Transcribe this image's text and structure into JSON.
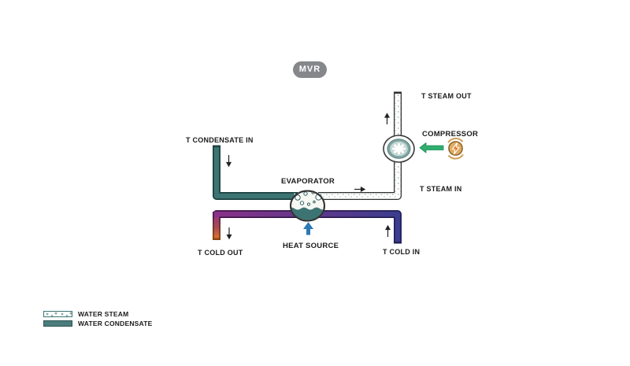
{
  "diagram": {
    "badge": "MVR",
    "labels": {
      "steam_out": "T STEAM OUT",
      "compressor": "COMPRESSOR",
      "steam_in": "T STEAM IN",
      "condensate_in": "T CONDENSATE IN",
      "evaporator": "EVAPORATOR",
      "heat_source": "HEAT SOURCE",
      "cold_out": "T COLD OUT",
      "cold_in": "T COLD IN"
    },
    "legend": [
      {
        "swatch": "water-steam-pattern",
        "label": "WATER STEAM"
      },
      {
        "swatch": "water-condensate-solid",
        "label": "WATER CONDENSATE"
      }
    ],
    "colors": {
      "condensate_pipe": "#3c7473",
      "condensate_outline": "#1e403f",
      "steam_pipe_outline": "#2e2e2e",
      "cold_in_pipe": "#3b3d8d",
      "cold_mid_pipe": "#8a3288",
      "cold_out_tip": "#e07b28",
      "heat_arrow": "#2b79b5",
      "power_arrow": "#2fae6e",
      "energy_icon": "#dcae63",
      "badge_bg": "#85878a",
      "text": "#1b1b1b"
    }
  }
}
